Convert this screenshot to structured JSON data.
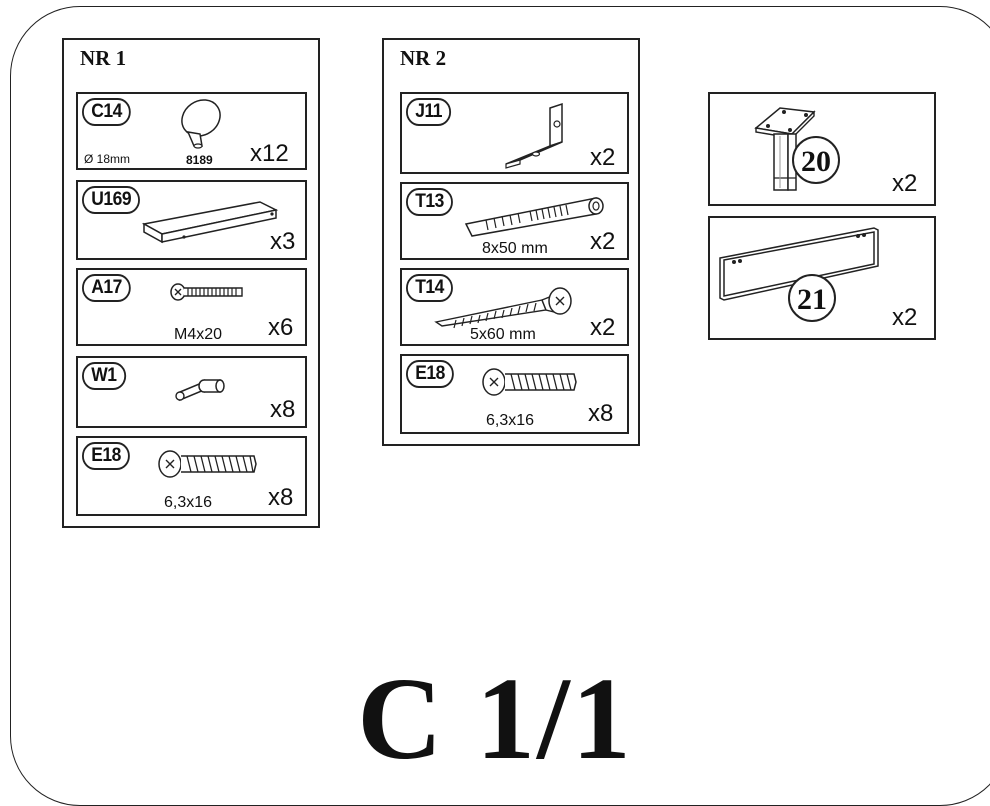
{
  "group1": {
    "title": "NR 1",
    "items": [
      {
        "code": "C14",
        "qty": "x12",
        "diameter": "Ø 18mm",
        "number": "8189",
        "icon": "shelf-support-pin-icon"
      },
      {
        "code": "U169",
        "qty": "x3",
        "icon": "shelf-panel-icon"
      },
      {
        "code": "A17",
        "qty": "x6",
        "spec": "M4x20",
        "icon": "machine-screw-icon"
      },
      {
        "code": "W1",
        "qty": "x8",
        "icon": "dowel-pin-icon"
      },
      {
        "code": "E18",
        "qty": "x8",
        "spec": "6,3x16",
        "icon": "countersunk-screw-icon"
      }
    ]
  },
  "group2": {
    "title": "NR 2",
    "items": [
      {
        "code": "J11",
        "qty": "x2",
        "icon": "angle-bracket-icon"
      },
      {
        "code": "T13",
        "qty": "x2",
        "spec": "8x50 mm",
        "icon": "wall-plug-icon"
      },
      {
        "code": "T14",
        "qty": "x2",
        "spec": "5x60 mm",
        "icon": "wood-screw-icon"
      },
      {
        "code": "E18",
        "qty": "x8",
        "spec": "6,3x16",
        "icon": "countersunk-screw-icon"
      }
    ]
  },
  "parts": [
    {
      "number": "20",
      "qty": "x2",
      "icon": "furniture-leg-icon"
    },
    {
      "number": "21",
      "qty": "x2",
      "icon": "back-panel-icon"
    }
  ],
  "page_label": "C 1/1"
}
